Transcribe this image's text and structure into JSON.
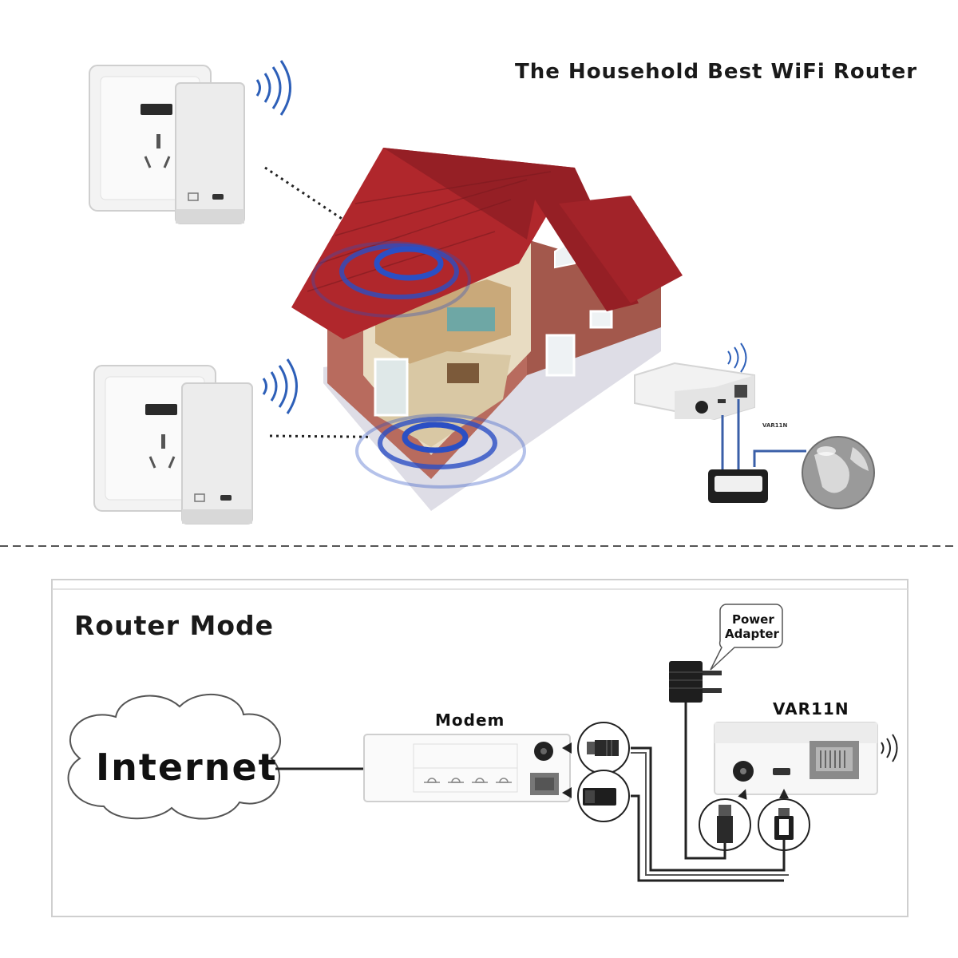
{
  "top": {
    "title": "The Household Best WiFi Router",
    "router_small_label": "VAR11N"
  },
  "bottom": {
    "mode_title": "Router Mode",
    "internet_label": "Internet",
    "modem_label": "Modem",
    "router_label": "VAR11N",
    "power_adapter_line1": "Power",
    "power_adapter_line2": "Adapter"
  },
  "colors": {
    "roof": "#a82a2e",
    "brick": "#a65a4e",
    "signal": "#2b4fc4",
    "line": "#222222"
  }
}
